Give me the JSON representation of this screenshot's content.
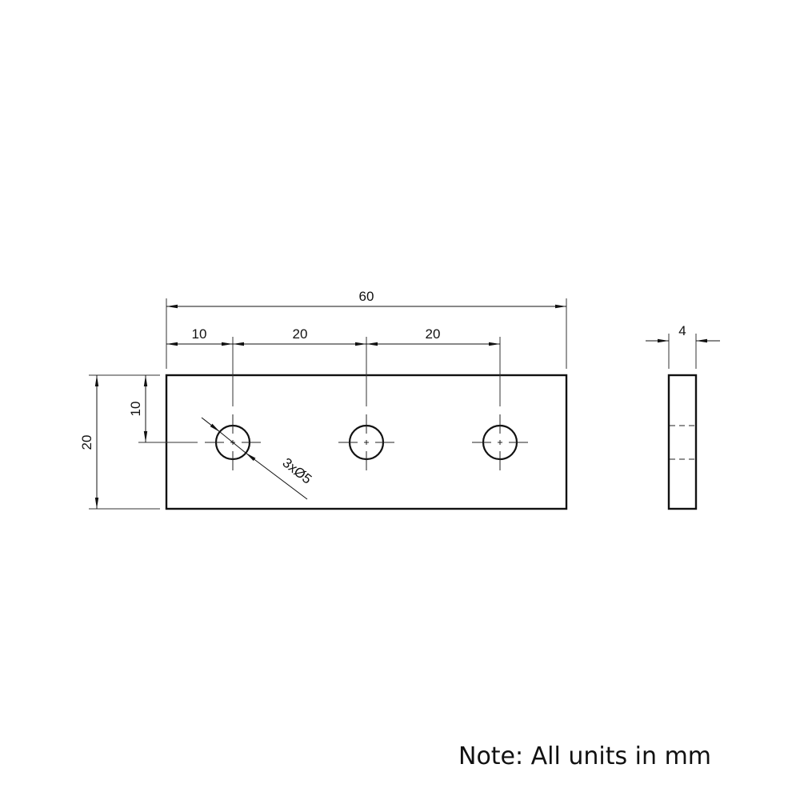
{
  "drawing": {
    "type": "engineering-drawing",
    "part": "flat plate with three holes",
    "colors": {
      "line": "#111111",
      "background": "#ffffff",
      "thin_line": "#333333"
    },
    "front_view": {
      "overall_length_label": "60",
      "segment_labels": [
        "10",
        "20",
        "20"
      ],
      "height_label": "20",
      "hole_offset_label": "10",
      "hole_callout": "3xØ5",
      "hole_count": 3
    },
    "side_view": {
      "thickness_label": "4"
    }
  },
  "note": {
    "text": "Note: All units in mm"
  }
}
